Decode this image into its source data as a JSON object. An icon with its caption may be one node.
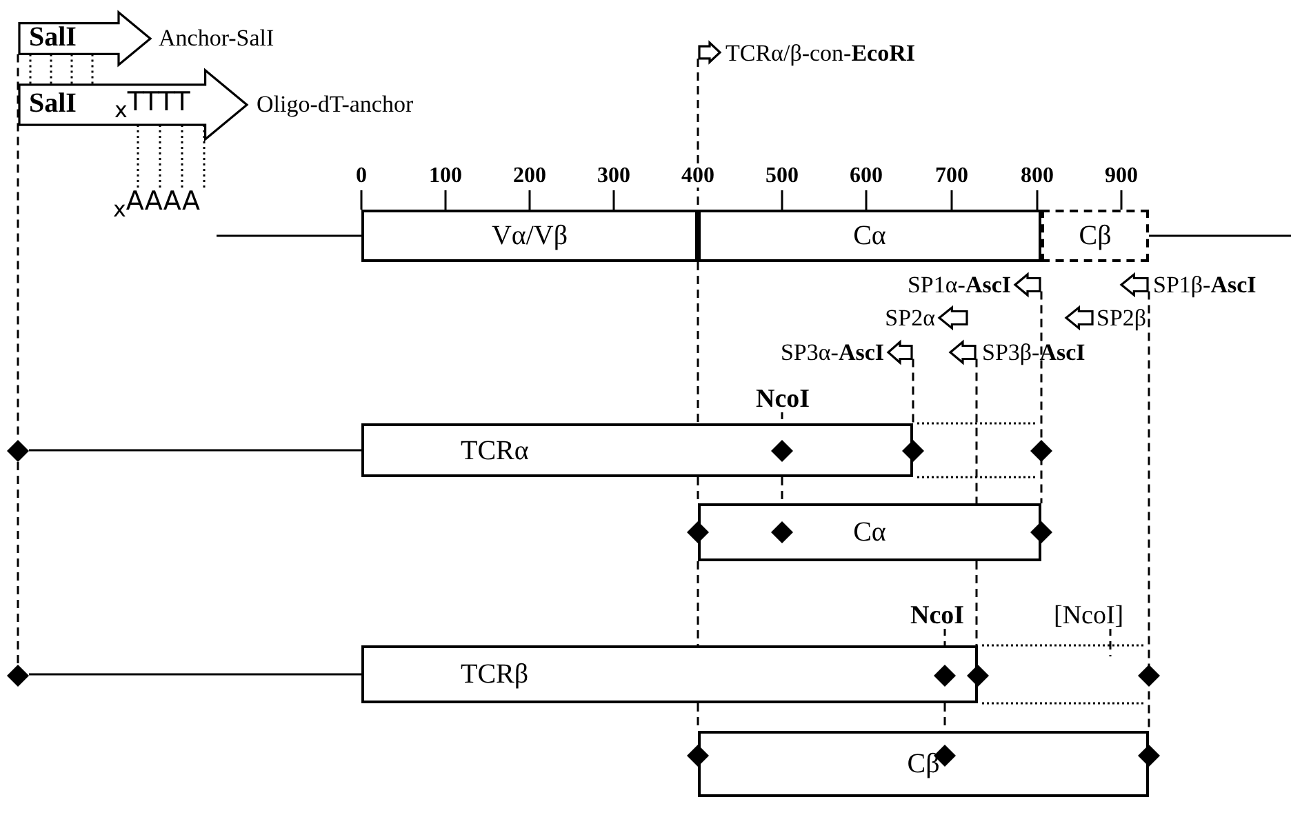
{
  "diagram": {
    "nodes": [
      {
        "text": [
          "SalI"
        ],
        "beside": [
          "Anchor-SalI"
        ]
      },
      {
        "text": [
          "SalI",
          "$_{x}$TTTT"
        ],
        "beside": [
          "Oligo-dT-anchor"
        ]
      },
      {
        "text": [],
        "shape": "arrow",
        "beside": [
          "TCRα/β-con-**EcoRI**"
        ]
      },
      {
        "text": [
          "$_{x}$AAAA"
        ]
      },
      {
        "text": [
          "Vα/Vβ"
        ]
      },
      {
        "text": [
          "Cα"
        ]
      },
      {
        "text": [
          "Cβ"
        ]
      },
      {
        "text": [],
        "shape": "arrow",
        "beside": [
          "SP1α-**AscI**"
        ]
      },
      {
        "text": [],
        "shape": "arrow",
        "beside": [
          "SP1β-**AscI**"
        ]
      },
      {
        "text": [],
        "shape": "arrow",
        "beside": [
          "SP2α"
        ]
      },
      {
        "text": [],
        "shape": "arrow",
        "beside": [
          "SP2β"
        ]
      },
      {
        "text": [],
        "shape": "arrow",
        "beside": [
          "SP3α-**AscI**"
        ]
      },
      {
        "text": [],
        "shape": "arrow",
        "beside": [
          "SP3β-**AscI**"
        ]
      },
      {
        "text": [
          "TCRα"
        ]
      },
      {
        "text": [
          "Cα"
        ]
      },
      {
        "text": [
          "TCRβ"
        ]
      },
      {
        "text": [
          "Cβ"
        ]
      },
      {
        "text": [
          "NcoI"
        ]
      },
      {
        "text": [
          "NcoI"
        ]
      },
      {
        "text": [
          "[NcoI]"
        ]
      },
      {
        "text": [],
        "shape": "diamond"
      },
      {
        "text": [],
        "shape": "diamond"
      }
    ],
    "edges": [
      {
        "from": 3,
        "to": 4,
        "arrow": "none"
      },
      {
        "from": 6,
        "to": null,
        "arrow": "none"
      },
      {
        "from": 0,
        "to": 20,
        "arrow": "none",
        "style": "dashed"
      },
      {
        "from": 20,
        "to": 21,
        "arrow": "none",
        "style": "dashed"
      },
      {
        "from": 20,
        "to": 13,
        "arrow": "none"
      },
      {
        "from": 21,
        "to": 15,
        "arrow": "none"
      },
      {
        "from": 2,
        "to": 5,
        "arrow": "none",
        "style": "dashed"
      },
      {
        "from": 5,
        "to": 13,
        "arrow": "none",
        "style": "dashed"
      },
      {
        "from": 13,
        "to": 14,
        "arrow": "none",
        "style": "dashed"
      },
      {
        "from": 14,
        "to": 15,
        "arrow": "none",
        "style": "dashed"
      },
      {
        "from": 15,
        "to": 16,
        "arrow": "none",
        "style": "dashed"
      },
      {
        "from": 7,
        "to": 14,
        "arrow": "none",
        "style": "dashed"
      },
      {
        "from": 11,
        "to": 13,
        "arrow": "none",
        "style": "dashed"
      },
      {
        "from": 12,
        "to": 14,
        "arrow": "none",
        "style": "dashed"
      },
      {
        "from": 14,
        "to": 15,
        "arrow": "none",
        "style": "dashed"
      },
      {
        "from": 8,
        "to": 16,
        "arrow": "none",
        "style": "dashed"
      },
      {
        "from": 0,
        "to": 1,
        "arrow": "none",
        "style": "dashed"
      },
      {
        "from": 0,
        "to": 1,
        "arrow": "none",
        "style": "dashed"
      },
      {
        "from": 0,
        "to": 1,
        "arrow": "none",
        "style": "dashed"
      },
      {
        "from": 0,
        "to": 1,
        "arrow": "none",
        "style": "dashed"
      },
      {
        "from": 1,
        "to": 3,
        "arrow": "none",
        "style": "dashed"
      },
      {
        "from": 1,
        "to": 3,
        "arrow": "none",
        "style": "dashed"
      },
      {
        "from": 1,
        "to": 3,
        "arrow": "none",
        "style": "dashed"
      },
      {
        "from": 1,
        "to": 3,
        "arrow": "none",
        "style": "dashed"
      },
      {
        "from": 17,
        "to": 13,
        "arrow": "none",
        "style": "dashed"
      },
      {
        "from": 13,
        "to": 14,
        "arrow": "none",
        "style": "dashed"
      },
      {
        "from": 18,
        "to": 15,
        "arrow": "none",
        "style": "dashed"
      },
      {
        "from": 15,
        "to": 16,
        "arrow": "none",
        "style": "dashed"
      },
      {
        "from": 19,
        "to": null,
        "arrow": "none",
        "style": "dashed"
      }
    ],
    "labels": [
      "0",
      "100",
      "200",
      "300",
      "400",
      "500",
      "600",
      "700",
      "800",
      "900"
    ]
  }
}
